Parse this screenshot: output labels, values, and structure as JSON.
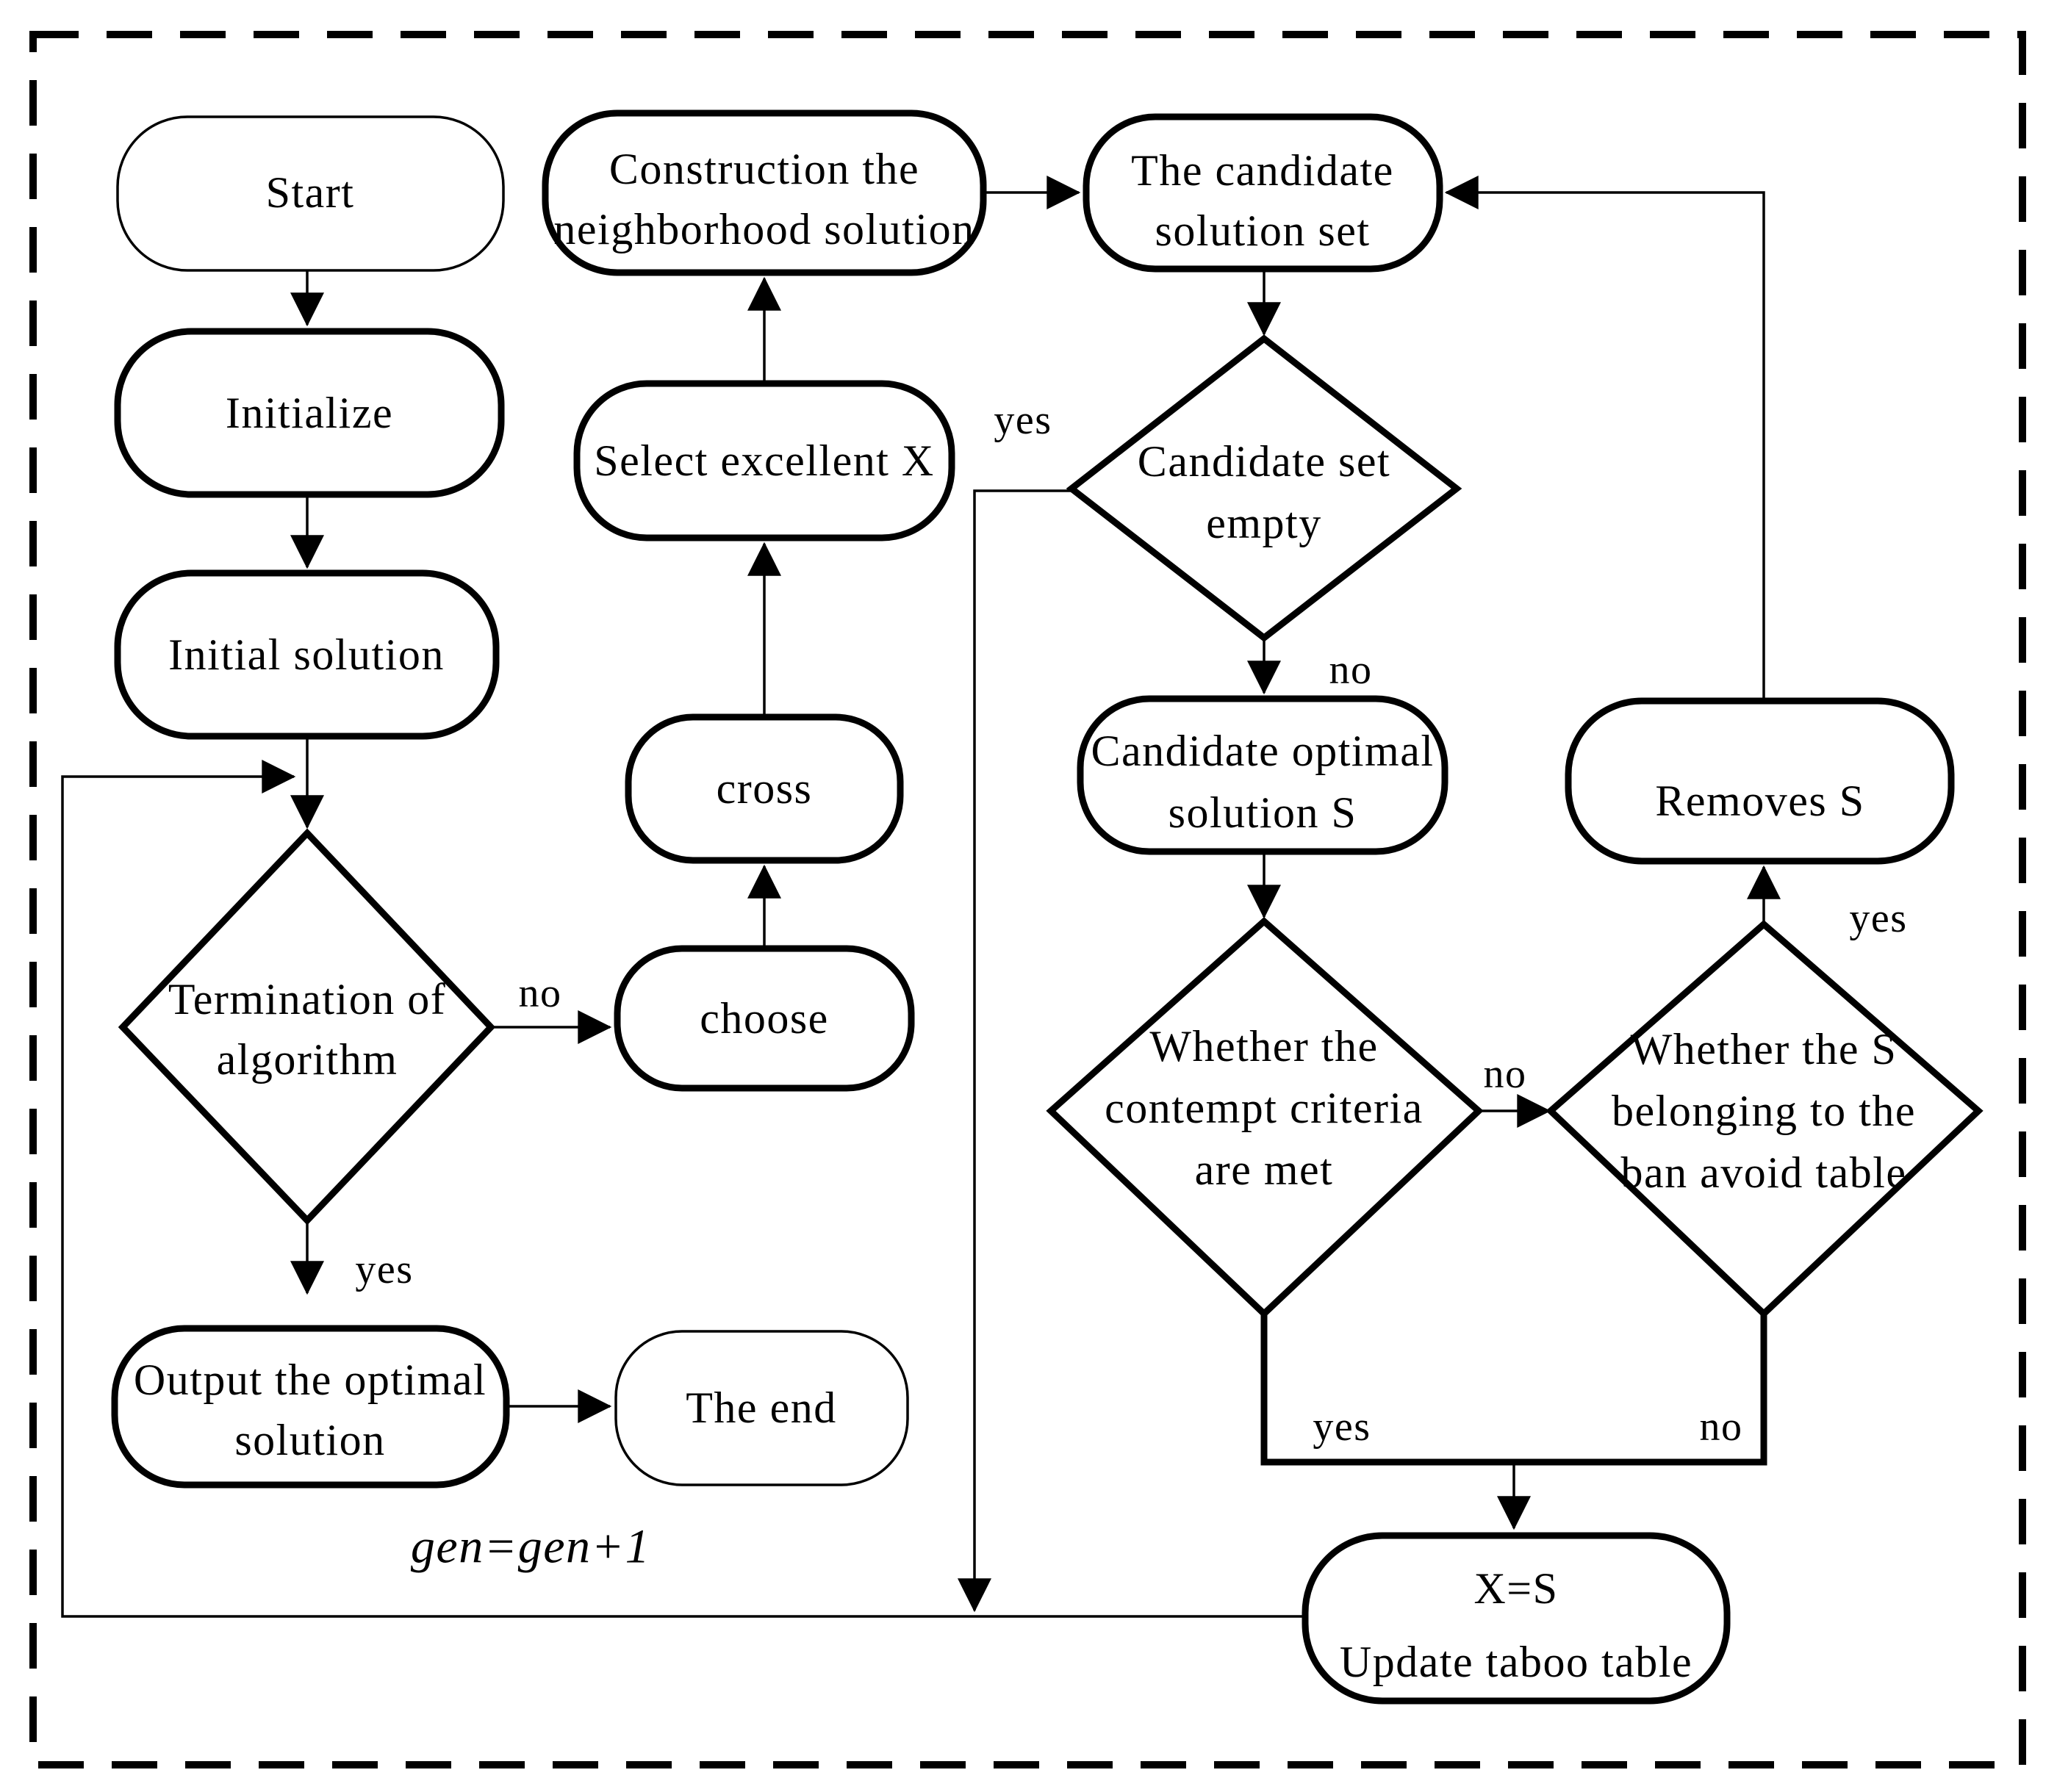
{
  "diagram": {
    "title": "Tabu search with genetic operations flowchart",
    "background_color": "#ffffff",
    "ink_color": "#000000"
  },
  "nodes": {
    "start": {
      "label": "Start"
    },
    "initialize": {
      "label": "Initialize"
    },
    "initial_solution": {
      "label": "Initial solution"
    },
    "termination": {
      "lines": [
        "Termination of",
        "algorithm"
      ]
    },
    "output_optimal": {
      "lines": [
        "Output the optimal",
        "solution"
      ]
    },
    "the_end": {
      "label": "The end"
    },
    "choose": {
      "label": "choose"
    },
    "cross": {
      "label": "cross"
    },
    "select_excellent": {
      "label": "Select excellent X"
    },
    "construction": {
      "lines": [
        "Construction the",
        "neighborhood solution"
      ]
    },
    "candidate_set": {
      "lines": [
        "The candidate",
        "solution set"
      ]
    },
    "candidate_empty": {
      "lines": [
        "Candidate set",
        "empty"
      ]
    },
    "candidate_optimal": {
      "lines": [
        "Candidate optimal",
        "solution S"
      ]
    },
    "contempt": {
      "lines": [
        "Whether the",
        "contempt criteria",
        "are met"
      ]
    },
    "belonging": {
      "lines": [
        "Whether the S",
        "belonging to the",
        "ban avoid table"
      ]
    },
    "removes": {
      "label": "Removes S"
    },
    "update_taboo": {
      "lines": [
        "X=S",
        "Update taboo table"
      ]
    }
  },
  "edge_labels": {
    "termination_no": "no",
    "termination_yes": "yes",
    "empty_yes": "yes",
    "empty_no": "no",
    "contempt_no": "no",
    "contempt_yes": "yes",
    "belonging_yes": "yes",
    "belonging_no": "no",
    "gen_counter": "gen=gen+1"
  }
}
